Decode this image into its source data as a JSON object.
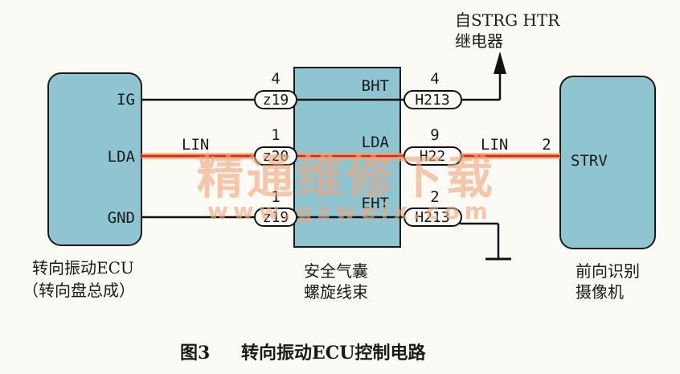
{
  "source_label": "自STRG HTR",
  "relay_label": "继电器",
  "ecu": {
    "pins": [
      "IG",
      "LDA",
      "GND"
    ],
    "caption_line1": "转向振动ECU",
    "caption_line2": "（转向盘总成）"
  },
  "harness": {
    "pins": [
      "BHT",
      "LDA",
      "EHT"
    ],
    "caption_line1": "安全气囊",
    "caption_line2": "螺旋线束"
  },
  "camera": {
    "pin": "STRV",
    "caption_line1": "前向识别",
    "caption_line2": "摄像机"
  },
  "left_connectors": [
    {
      "pin_no": "4",
      "code": "z19"
    },
    {
      "pin_no": "1",
      "code": "z20"
    },
    {
      "pin_no": "1",
      "code": "z19"
    }
  ],
  "right_connectors": [
    {
      "pin_no": "4",
      "code": "H213"
    },
    {
      "pin_no": "9",
      "code": "H22"
    },
    {
      "pin_no": "2",
      "code": "H213"
    }
  ],
  "lin_left": "LIN",
  "lin_right": "LIN",
  "camera_pin_no": "2",
  "watermark": {
    "main": "精通维修下载",
    "url": "www.gzweix.com"
  },
  "figure": {
    "number": "图3",
    "title": "转向振动ECU控制电路"
  },
  "colors": {
    "box_fill": "#8fc5d1",
    "wire": "#111111",
    "lin_wire_outer": "#f0a36a",
    "lin_wire_core": "#d9261c"
  }
}
